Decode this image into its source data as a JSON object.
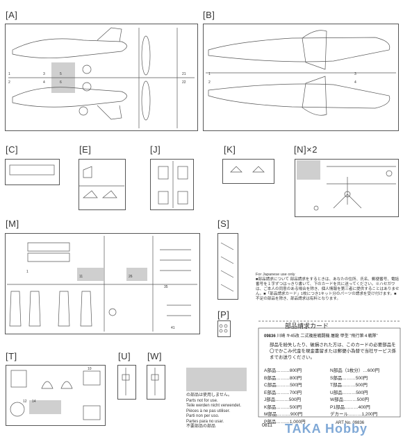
{
  "sections": {
    "A": "[A]",
    "B": "[B]",
    "C": "[C]",
    "E": "[E]",
    "J": "[J]",
    "K": "[K]",
    "N": "[N]×2",
    "M": "[M]",
    "S": "[S]",
    "P": "[P]",
    "T": "[T]",
    "U": "[U]",
    "W": "[W]"
  },
  "japanese_use": "For Japanese use only",
  "jp_instructions": "■部品請求について 部品請求をするときは、あなたの住所、氏名、郵便番号、電話番号を１字ずつはっきり書いて、下のカードを共に送ってください。※ハセガワは、ご本人の同意のある場合を除き、個人情報を第三者に提供することはありません。■「部品請求カード」1枚につき1キット分のパーツの請求を受け付けます。■不足の部品を除き、部品請求は有料となります。",
  "card_title": "部品請求カード",
  "card_code": "09836",
  "card_code_label": "川崎 キ45改 二式複座戦闘機 屠龍 甲型 \"飛行第４戦隊\"",
  "card_body": "部品を紛失したり、破損された方は、このカードの必要部品を〇でかこみ代金を現金書留または郵便小為替で当社サービス係までお送りください。",
  "parts_left": [
    "A部品………800円",
    "B部品………800円",
    "C部品………500円",
    "E部品………700円",
    "J部品………500円",
    "K部品………500円",
    "M部品………900円",
    "P部品………1,000円"
  ],
  "parts_right": [
    "N部品（1枚分）…600円",
    "S部品………500円",
    "T部品………500円",
    "U部品………500円",
    "W部品………500円",
    "P1部品………400円",
    "デカール………1,200円",
    ""
  ],
  "notice_lines": [
    "の部品は使用しません。",
    "Parts not for use.",
    "Teile werden nicht verwendet.",
    "Pièces à ne pas utiliser.",
    "Parti non per uso.",
    "Partes para no usar.",
    "不要部品の部品"
  ],
  "page_code": "0811",
  "art_no": "ART No. 09836",
  "watermark": "TAKA Hobby"
}
